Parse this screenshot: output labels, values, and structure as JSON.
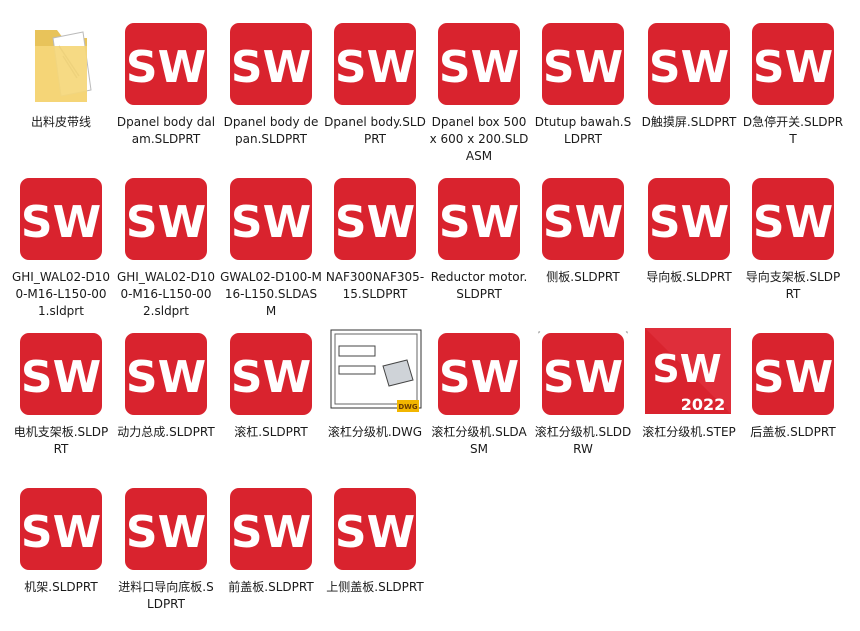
{
  "files": [
    {
      "label": "出料皮带线",
      "icon": "folder"
    },
    {
      "label": "Dpanel body dalam.SLDPRT",
      "icon": "grey-panel"
    },
    {
      "label": "Dpanel body depan.SLDPRT",
      "icon": "grey-panel"
    },
    {
      "label": "Dpanel body.SLDPRT",
      "icon": "open-box"
    },
    {
      "label": "Dpanel box 500 x 600 x 200.SLDASM",
      "icon": "control-box"
    },
    {
      "label": "Dtutup bawah.SLDPRT",
      "icon": "flat-bar"
    },
    {
      "label": "D触摸屏.SLDPRT",
      "icon": "touch-screen"
    },
    {
      "label": "D急停开关.SLDPRT",
      "icon": "emergency-stop"
    },
    {
      "label": "GHI_WAL02-D100-M16-L150-001.sldprt",
      "icon": "yellow-block"
    },
    {
      "label": "GHI_WAL02-D100-M16-L150-002.sldprt",
      "icon": "yellow-block"
    },
    {
      "label": "GWAL02-D100-M16-L150.SLDASM",
      "icon": "leveling-foot"
    },
    {
      "label": "NAF300NAF305-15.SLDPRT",
      "icon": "bearing"
    },
    {
      "label": "Reductor motor.SLDPRT",
      "icon": "motor"
    },
    {
      "label": "侧板.SLDPRT",
      "icon": "tray-plate"
    },
    {
      "label": "导向板.SLDPRT",
      "icon": "long-rail"
    },
    {
      "label": "导向支架板.SLDPRT",
      "icon": "channel-rail"
    },
    {
      "label": "电机支架板.SLDPRT",
      "icon": "grey-panel"
    },
    {
      "label": "动力总成.SLDPRT",
      "icon": "grey-box"
    },
    {
      "label": "滚杠.SLDPRT",
      "icon": "roller-frame"
    },
    {
      "label": "滚杠分级机.DWG",
      "icon": "dwg-drawing"
    },
    {
      "label": "滚杠分级机.SLDASM",
      "icon": "machine-assembly"
    },
    {
      "label": "滚杠分级机.SLDDRW",
      "icon": "drawing-sheet"
    },
    {
      "label": "滚杠分级机.STEP",
      "icon": "sw2022-logo"
    },
    {
      "label": "后盖板.SLDPRT",
      "icon": "beam"
    },
    {
      "label": "机架.SLDPRT",
      "icon": "wire-frame"
    },
    {
      "label": "进料口导向底板.SLDPRT",
      "icon": "beam"
    },
    {
      "label": "前盖板.SLDPRT",
      "icon": "flat-sheet"
    },
    {
      "label": "上侧盖板.SLDPRT",
      "icon": "thin-rod"
    }
  ],
  "badge": {
    "text": "SW",
    "year": "2022",
    "dwg": "DWG"
  },
  "colors": {
    "sw_red": "#d9232e",
    "folder": "#f5d77a",
    "yellow": "#f7c928"
  }
}
